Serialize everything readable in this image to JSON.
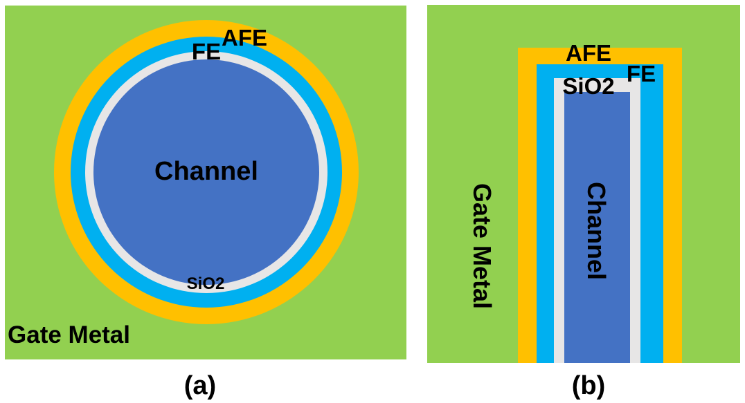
{
  "colors": {
    "gate_metal": "#92D050",
    "afe": "#FFC000",
    "fe": "#00B0F0",
    "sio2": "#E7E6E6",
    "channel": "#4472C4",
    "text": "#000000"
  },
  "panel_a": {
    "gate_metal_label": "Gate Metal",
    "afe_label": "AFE",
    "fe_label": "FE",
    "sio2_label": "SiO2",
    "channel_label": "Channel",
    "caption": "(a)"
  },
  "panel_b": {
    "gate_metal_label": "Gate Metal",
    "afe_label": "AFE",
    "fe_label": "FE",
    "sio2_label": "SiO2",
    "channel_label": "Channel",
    "caption": "(b)"
  }
}
